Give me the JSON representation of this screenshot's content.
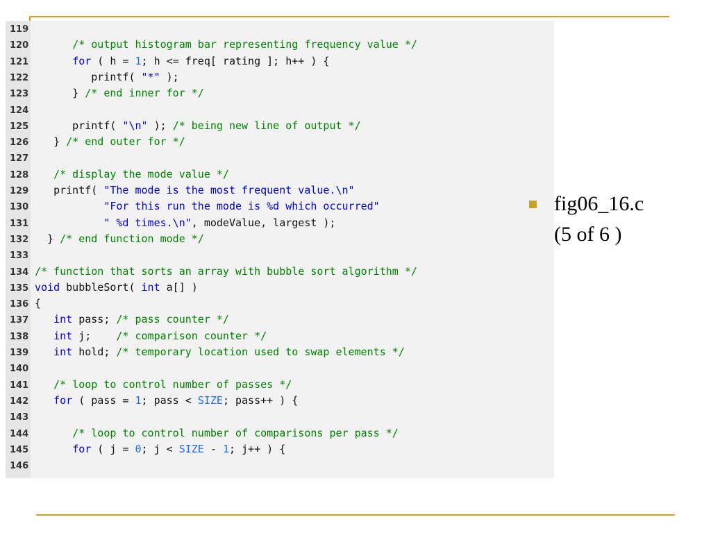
{
  "colors": {
    "rule": "#d4a017",
    "bullet": "#c9a227"
  },
  "code": {
    "lines": [
      {
        "num": "119",
        "tokens": []
      },
      {
        "num": "120",
        "tokens": [
          {
            "t": "      ",
            "c": "plain"
          },
          {
            "t": "/* output histogram bar representing frequency value */",
            "c": "cm"
          }
        ]
      },
      {
        "num": "121",
        "tokens": [
          {
            "t": "      ",
            "c": "plain"
          },
          {
            "t": "for",
            "c": "kw"
          },
          {
            "t": " ( h = ",
            "c": "plain"
          },
          {
            "t": "1",
            "c": "num"
          },
          {
            "t": "; h <= freq[ rating ]; h++ ) {",
            "c": "plain"
          }
        ]
      },
      {
        "num": "122",
        "tokens": [
          {
            "t": "         printf( ",
            "c": "plain"
          },
          {
            "t": "\"*\"",
            "c": "st"
          },
          {
            "t": " );",
            "c": "plain"
          }
        ]
      },
      {
        "num": "123",
        "tokens": [
          {
            "t": "      } ",
            "c": "plain"
          },
          {
            "t": "/* end inner for */",
            "c": "cm"
          }
        ]
      },
      {
        "num": "124",
        "tokens": []
      },
      {
        "num": "125",
        "tokens": [
          {
            "t": "      printf( ",
            "c": "plain"
          },
          {
            "t": "\"\\n\"",
            "c": "st"
          },
          {
            "t": " ); ",
            "c": "plain"
          },
          {
            "t": "/* being new line of output */",
            "c": "cm"
          }
        ]
      },
      {
        "num": "126",
        "tokens": [
          {
            "t": "   } ",
            "c": "plain"
          },
          {
            "t": "/* end outer for */",
            "c": "cm"
          }
        ]
      },
      {
        "num": "127",
        "tokens": []
      },
      {
        "num": "128",
        "tokens": [
          {
            "t": "   ",
            "c": "plain"
          },
          {
            "t": "/* display the mode value */",
            "c": "cm"
          }
        ]
      },
      {
        "num": "129",
        "tokens": [
          {
            "t": "   printf( ",
            "c": "plain"
          },
          {
            "t": "\"The mode is the most frequent value.\\n\"",
            "c": "st"
          }
        ]
      },
      {
        "num": "130",
        "tokens": [
          {
            "t": "           ",
            "c": "plain"
          },
          {
            "t": "\"For this run the mode is %d which occurred\"",
            "c": "st"
          }
        ]
      },
      {
        "num": "131",
        "tokens": [
          {
            "t": "           ",
            "c": "plain"
          },
          {
            "t": "\" %d times.\\n\"",
            "c": "st"
          },
          {
            "t": ", modeValue, largest );",
            "c": "plain"
          }
        ]
      },
      {
        "num": "132",
        "tokens": [
          {
            "t": "  } ",
            "c": "plain"
          },
          {
            "t": "/* end function mode */",
            "c": "cm"
          }
        ]
      },
      {
        "num": "133",
        "tokens": []
      },
      {
        "num": "134",
        "tokens": [
          {
            "t": "/* function that sorts an array with bubble sort algorithm */",
            "c": "cm"
          }
        ]
      },
      {
        "num": "135",
        "tokens": [
          {
            "t": "void",
            "c": "kw"
          },
          {
            "t": " bubbleSort( ",
            "c": "plain"
          },
          {
            "t": "int",
            "c": "kw"
          },
          {
            "t": " a[] )",
            "c": "plain"
          }
        ]
      },
      {
        "num": "136",
        "tokens": [
          {
            "t": "{",
            "c": "plain"
          }
        ]
      },
      {
        "num": "137",
        "tokens": [
          {
            "t": "   ",
            "c": "plain"
          },
          {
            "t": "int",
            "c": "kw"
          },
          {
            "t": " pass; ",
            "c": "plain"
          },
          {
            "t": "/* pass counter */",
            "c": "cm"
          }
        ]
      },
      {
        "num": "138",
        "tokens": [
          {
            "t": "   ",
            "c": "plain"
          },
          {
            "t": "int",
            "c": "kw"
          },
          {
            "t": " j;    ",
            "c": "plain"
          },
          {
            "t": "/* comparison counter */",
            "c": "cm"
          }
        ]
      },
      {
        "num": "139",
        "tokens": [
          {
            "t": "   ",
            "c": "plain"
          },
          {
            "t": "int",
            "c": "kw"
          },
          {
            "t": " hold; ",
            "c": "plain"
          },
          {
            "t": "/* temporary location used to swap elements */",
            "c": "cm"
          }
        ]
      },
      {
        "num": "140",
        "tokens": []
      },
      {
        "num": "141",
        "tokens": [
          {
            "t": "   ",
            "c": "plain"
          },
          {
            "t": "/* loop to control number of passes */",
            "c": "cm"
          }
        ]
      },
      {
        "num": "142",
        "tokens": [
          {
            "t": "   ",
            "c": "plain"
          },
          {
            "t": "for",
            "c": "kw"
          },
          {
            "t": " ( pass = ",
            "c": "plain"
          },
          {
            "t": "1",
            "c": "num"
          },
          {
            "t": "; pass < ",
            "c": "plain"
          },
          {
            "t": "SIZE",
            "c": "mac"
          },
          {
            "t": "; pass++ ) {",
            "c": "plain"
          }
        ]
      },
      {
        "num": "143",
        "tokens": []
      },
      {
        "num": "144",
        "tokens": [
          {
            "t": "      ",
            "c": "plain"
          },
          {
            "t": "/* loop to control number of comparisons per pass */",
            "c": "cm"
          }
        ]
      },
      {
        "num": "145",
        "tokens": [
          {
            "t": "      ",
            "c": "plain"
          },
          {
            "t": "for",
            "c": "kw"
          },
          {
            "t": " ( j = ",
            "c": "plain"
          },
          {
            "t": "0",
            "c": "num"
          },
          {
            "t": "; j < ",
            "c": "plain"
          },
          {
            "t": "SIZE",
            "c": "mac"
          },
          {
            "t": " - ",
            "c": "plain"
          },
          {
            "t": "1",
            "c": "num"
          },
          {
            "t": "; j++ ) {",
            "c": "plain"
          }
        ]
      },
      {
        "num": "146",
        "tokens": []
      }
    ]
  },
  "side_note": {
    "title": "fig06_16.c",
    "subtitle": "(5 of 6 )"
  }
}
